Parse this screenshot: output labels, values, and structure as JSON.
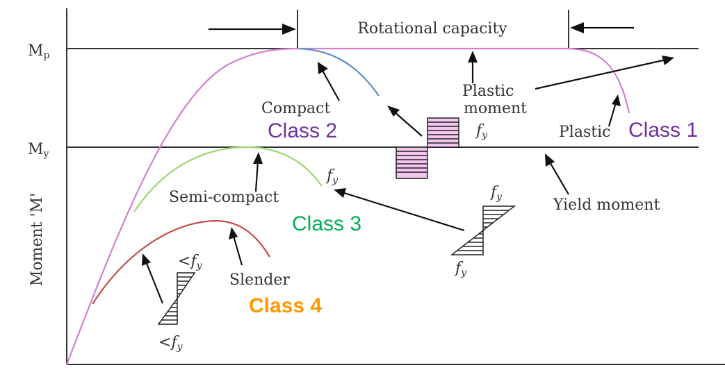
{
  "diagram": {
    "y_axis_label": "Moment 'M'",
    "level_mp": {
      "main": "M",
      "sub": "p"
    },
    "level_my": {
      "main": "M",
      "sub": "y"
    },
    "rotational_capacity": "Rotational capacity",
    "labels": {
      "compact": "Compact",
      "plastic_moment_line1": "Plastic",
      "plastic_moment_line2": "moment",
      "plastic": "Plastic",
      "semi_compact": "Semi-compact",
      "yield_moment": "Yield moment",
      "slender": "Slender"
    },
    "stress_labels": {
      "fy": "f",
      "fy_sub": "y",
      "lt_prefix": "<"
    },
    "classes": [
      {
        "label": "Class 1",
        "color": "#7030a0"
      },
      {
        "label": "Class 2",
        "color": "#7030a0"
      },
      {
        "label": "Class 3",
        "color": "#00b050"
      },
      {
        "label": "Class 4",
        "color": "#ff9900"
      }
    ],
    "curve_colors": {
      "class1": "#d47fd0",
      "class2": "#5b8fc9",
      "class3": "#9fd86e",
      "class4": "#c0504d"
    },
    "block_fill": "#f3c6ef"
  }
}
